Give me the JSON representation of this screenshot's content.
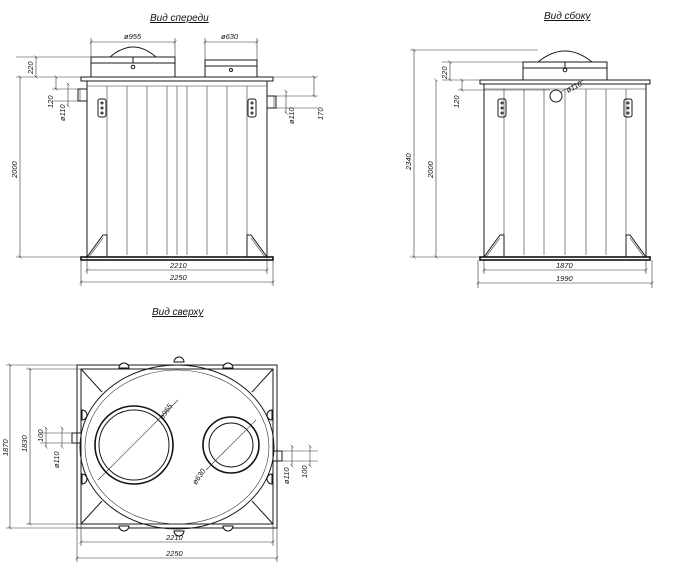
{
  "views": {
    "front": {
      "title": "Вид спереди"
    },
    "side": {
      "title": "Вид сбоку"
    },
    "top": {
      "title": "Вид сверху"
    }
  },
  "front": {
    "d_hatch1": "ø955",
    "d_hatch2": "ø630",
    "h_neck": "220",
    "h_pipe_in": "120",
    "d_pipe_in": "ø110",
    "d_pipe_out": "ø110",
    "h_pipe_out": "170",
    "h_body": "2000",
    "w_inner": "2210",
    "w_outer": "2250"
  },
  "side": {
    "h_neck": "220",
    "h_pipe": "120",
    "d_pipe": "ø110",
    "h_total": "2340",
    "h_body": "2000",
    "w_inner": "1870",
    "w_outer": "1990"
  },
  "top": {
    "h_outer": "1870",
    "h_inner": "1830",
    "pipe_in_off": "100",
    "d_pipe_in": "ø110",
    "d_hatch1": "ø955",
    "d_hatch2": "ø630",
    "d_pipe_out": "ø110",
    "pipe_out_off": "100",
    "w_inner": "2210",
    "w_outer": "2250"
  }
}
